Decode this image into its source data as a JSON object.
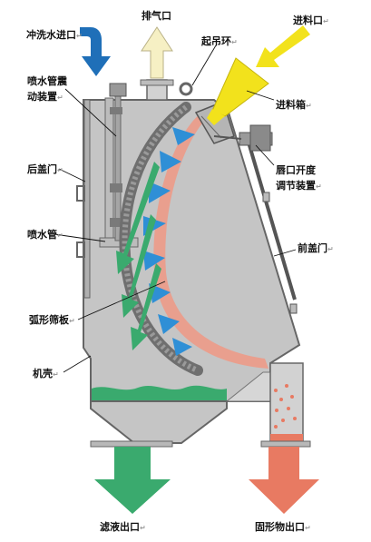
{
  "labels": {
    "flush_inlet": "冲洗水进口",
    "exhaust_port": "排气口",
    "lifting_ring": "起吊环",
    "feed_inlet": "进料口",
    "spray_shaker_l1": "喷水管震",
    "spray_shaker_l2": "动装置",
    "feed_box": "进料箱",
    "rear_cover": "后盖门",
    "lip_adjust_l1": "唇口开度",
    "lip_adjust_l2": "调节装置",
    "spray_pipe": "喷水管",
    "front_cover": "前盖门",
    "arc_screen": "弧形筛板",
    "housing": "机壳",
    "filtrate_outlet": "滤液出口",
    "solids_outlet": "固形物出口"
  },
  "marker": "↵",
  "colors": {
    "body": "#c5c5c5",
    "outline": "#666666",
    "screen": "#8a8a8a",
    "flush_arrow": "#1f6fb8",
    "exhaust_arrow": "#f6f0c4",
    "feed_arrow": "#f2e21c",
    "spray": "#2f8fd6",
    "filtrate": "#3aaa6e",
    "solids": "#e87a62"
  }
}
